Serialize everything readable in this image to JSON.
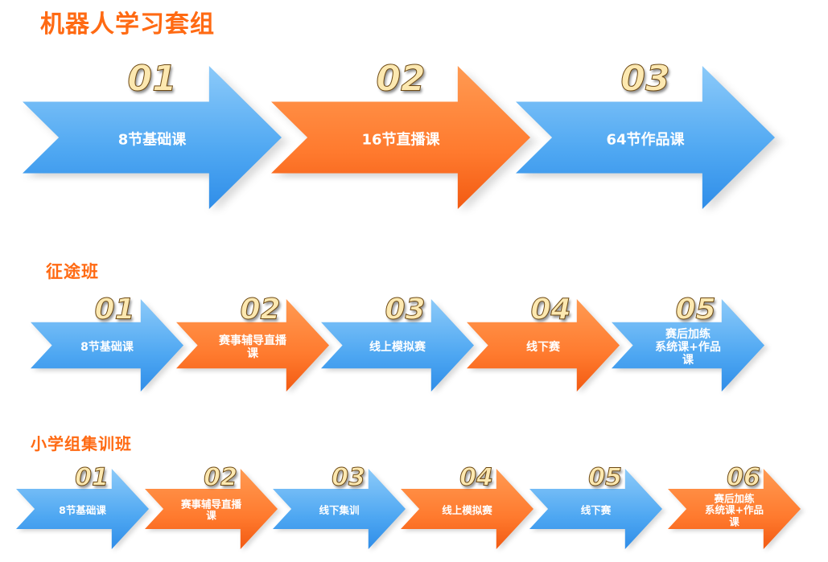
{
  "colors": {
    "title": "#ff6a13",
    "blue": "#4ca6f0",
    "orange": "#ff7a2e"
  },
  "sections": [
    {
      "title": "机器人学习套组",
      "steps": [
        {
          "num": "01",
          "label": "8节基础课",
          "color": "blue"
        },
        {
          "num": "02",
          "label": "16节直播课",
          "color": "orange"
        },
        {
          "num": "03",
          "label": "64节作品课",
          "color": "blue"
        }
      ]
    },
    {
      "title": "征途班",
      "steps": [
        {
          "num": "01",
          "label": "8节基础课",
          "color": "blue"
        },
        {
          "num": "02",
          "label": "赛事辅导直播\n课",
          "color": "orange"
        },
        {
          "num": "03",
          "label": "线上模拟赛",
          "color": "blue"
        },
        {
          "num": "04",
          "label": "线下赛",
          "color": "orange"
        },
        {
          "num": "05",
          "label": "赛后加练\n系统课+作品课",
          "color": "blue"
        }
      ]
    },
    {
      "title": "小学组集训班",
      "steps": [
        {
          "num": "01",
          "label": "8节基础课",
          "color": "blue"
        },
        {
          "num": "02",
          "label": "赛事辅导直播\n课",
          "color": "orange"
        },
        {
          "num": "03",
          "label": "线下集训",
          "color": "blue"
        },
        {
          "num": "04",
          "label": "线上模拟赛",
          "color": "orange"
        },
        {
          "num": "05",
          "label": "线下赛",
          "color": "blue"
        },
        {
          "num": "06",
          "label": "赛后加练\n系统课+作品课",
          "color": "orange"
        }
      ]
    }
  ]
}
